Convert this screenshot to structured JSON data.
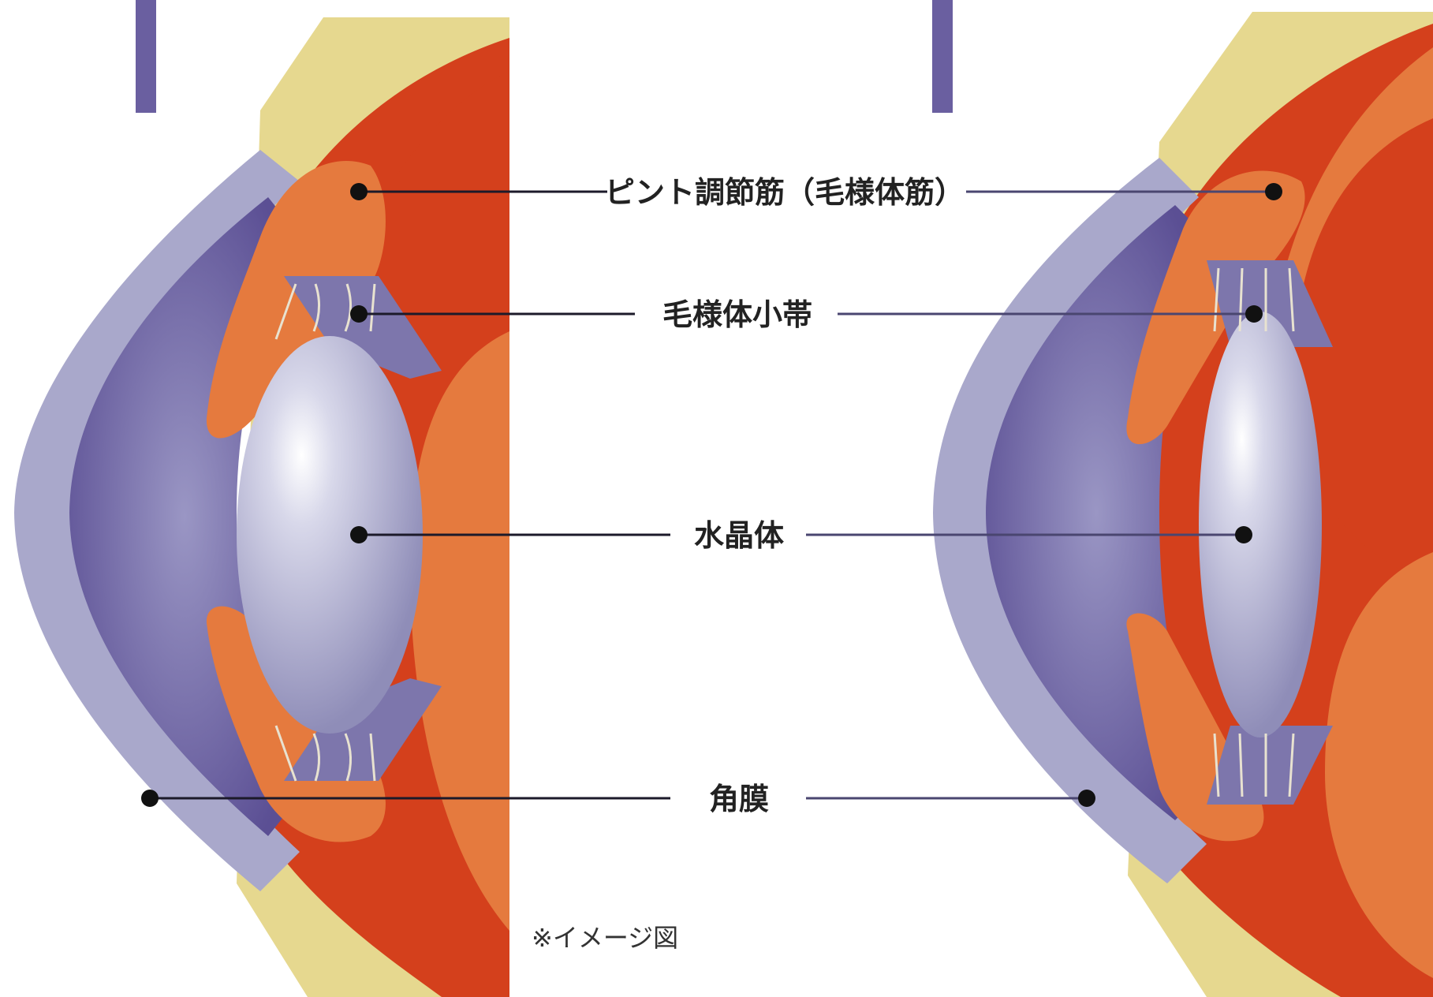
{
  "labels": {
    "ciliary_muscle": "ピント調節筋（毛様体筋）",
    "zonule": "毛様体小帯",
    "lens": "水晶体",
    "cornea": "角膜"
  },
  "note": "※イメージ図",
  "colors": {
    "skin": "#e6d88f",
    "sclera_red": "#d4401c",
    "muscle_orange": "#e57a3e",
    "cornea_light": "#a9a8cb",
    "chamber_purple": "#6a5fa0",
    "lens_light": "#c9c9e0",
    "leader_line": "#4a4670"
  }
}
